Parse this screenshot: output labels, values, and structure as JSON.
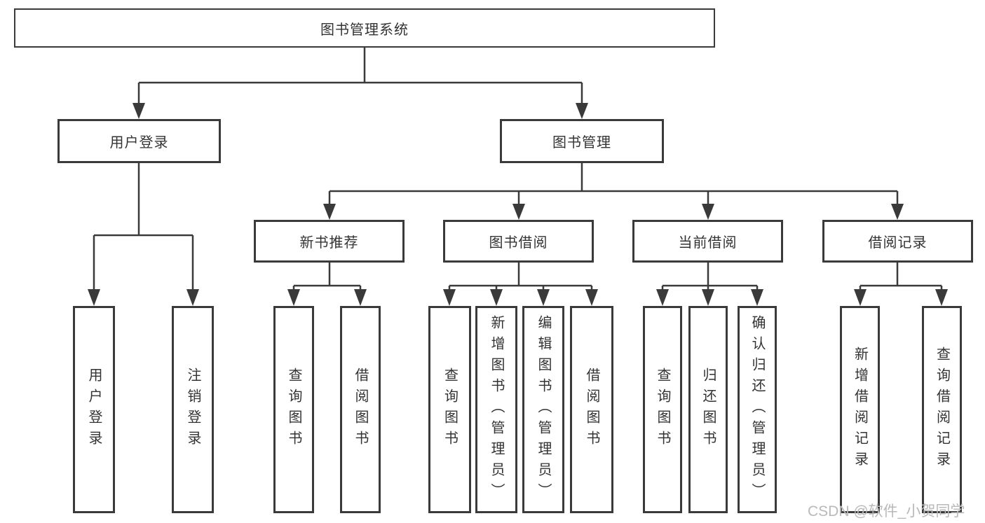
{
  "diagram": {
    "root": {
      "label": "图书管理系统"
    },
    "level2": [
      {
        "label": "用户登录",
        "parent": "图书管理系统"
      },
      {
        "label": "图书管理",
        "parent": "图书管理系统"
      }
    ],
    "level3": [
      {
        "label": "新书推荐",
        "parent": "图书管理"
      },
      {
        "label": "图书借阅",
        "parent": "图书管理"
      },
      {
        "label": "当前借阅",
        "parent": "图书管理"
      },
      {
        "label": "借阅记录",
        "parent": "图书管理"
      }
    ],
    "leaves": [
      {
        "label": "用户登录",
        "parent": "用户登录"
      },
      {
        "label": "注销登录",
        "parent": "用户登录"
      },
      {
        "label": "查询图书",
        "parent": "新书推荐"
      },
      {
        "label": "借阅图书",
        "parent": "新书推荐"
      },
      {
        "label": "查询图书",
        "parent": "图书借阅"
      },
      {
        "label": "新增图书（管理员）",
        "parent": "图书借阅"
      },
      {
        "label": "编辑图书（管理员）",
        "parent": "图书借阅"
      },
      {
        "label": "借阅图书",
        "parent": "图书借阅"
      },
      {
        "label": "查询图书",
        "parent": "当前借阅"
      },
      {
        "label": "归还图书",
        "parent": "当前借阅"
      },
      {
        "label": "确认归还（管理员）",
        "parent": "当前借阅"
      },
      {
        "label": "新增借阅记录",
        "parent": "借阅记录"
      },
      {
        "label": "查询借阅记录",
        "parent": "借阅记录"
      }
    ]
  },
  "watermark": {
    "text": "CSDN @软件_小贺同学"
  },
  "colors": {
    "line": "#3a3a3a",
    "text": "#333333",
    "box_background": "#ffffff",
    "watermark": "#b9b9b9",
    "background": "#ffffff"
  }
}
